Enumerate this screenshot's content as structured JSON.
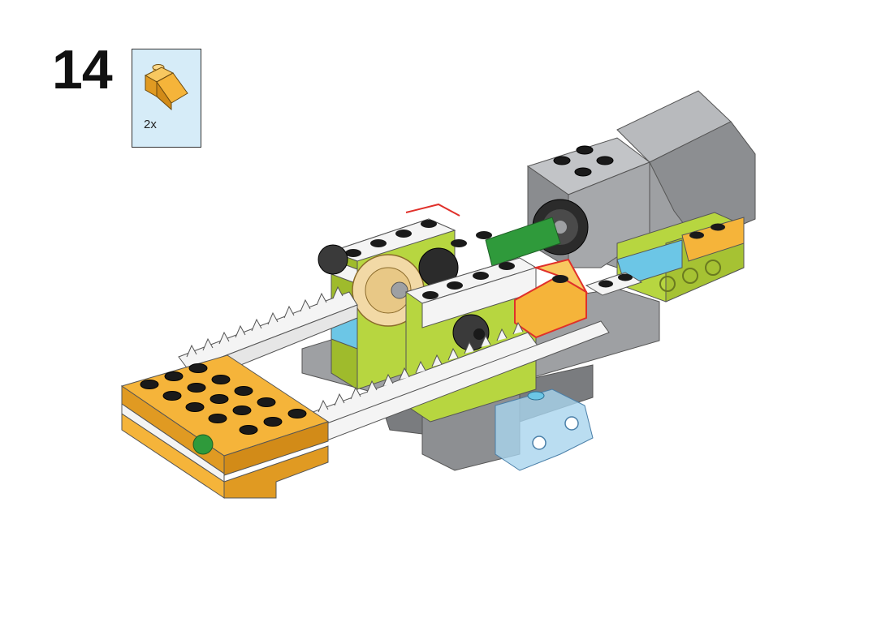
{
  "instruction_step": {
    "number": "14"
  },
  "parts_needed": {
    "quantity": "2x",
    "part_icon": "yellow-slope-brick-icon",
    "part_color": "#f5b43a"
  },
  "model": {
    "icon": "lego-assembly-model",
    "colors": {
      "lime": "#b7d640",
      "yellow": "#f5b43a",
      "azure": "#6cc6e6",
      "gray": "#9ea0a3",
      "dark_gray": "#7a7c7f",
      "white": "#f4f4f4",
      "black": "#1a1a1a",
      "tan": "#f2d9a6",
      "green": "#2f9a3b",
      "highlight": "#e0302a"
    }
  }
}
